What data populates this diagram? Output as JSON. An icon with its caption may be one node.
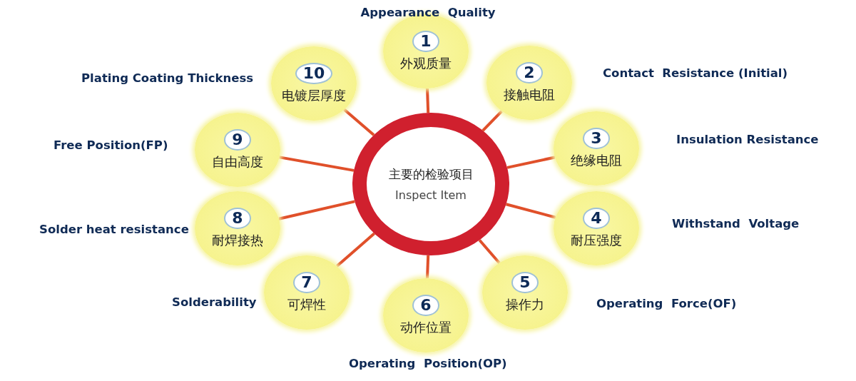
{
  "diagram": {
    "nodes": [
      {
        "text": [
          "主要的检验项目",
          "Inspect Item"
        ]
      },
      {
        "text": [
          "1",
          "外观质量"
        ],
        "beside": [
          "Appearance  Quality"
        ]
      },
      {
        "text": [
          "2",
          "接触电阻"
        ],
        "beside": [
          "Contact  Resistance (Initial)"
        ]
      },
      {
        "text": [
          "3",
          "绝缘电阻"
        ],
        "beside": [
          "Insulation Resistance"
        ]
      },
      {
        "text": [
          "4",
          "耐压强度"
        ],
        "beside": [
          "Withstand  Voltage"
        ]
      },
      {
        "text": [
          "5",
          "操作力"
        ],
        "beside": [
          "Operating  Force(OF)"
        ]
      },
      {
        "text": [
          "6",
          "动作位置"
        ],
        "beside": [
          "Operating  Position(OP)"
        ]
      },
      {
        "text": [
          "7",
          "可焊性"
        ],
        "beside": [
          "Solderability"
        ]
      },
      {
        "text": [
          "8",
          "耐焊接热"
        ],
        "beside": [
          "Solder heat resistance"
        ]
      },
      {
        "text": [
          "9",
          "自由高度"
        ],
        "beside": [
          "Free Position(FP)"
        ]
      },
      {
        "text": [
          "10",
          "电镀层厚度"
        ],
        "beside": [
          "Plating Coating Thickness"
        ]
      }
    ],
    "edges": [
      {
        "from": 0,
        "to": 1,
        "arrow": "none"
      },
      {
        "from": 0,
        "to": 2,
        "arrow": "none"
      },
      {
        "from": 0,
        "to": 3,
        "arrow": "none"
      },
      {
        "from": 0,
        "to": 4,
        "arrow": "none"
      },
      {
        "from": 0,
        "to": 5,
        "arrow": "none"
      },
      {
        "from": 0,
        "to": 6,
        "arrow": "none"
      },
      {
        "from": 0,
        "to": 7,
        "arrow": "none"
      },
      {
        "from": 0,
        "to": 8,
        "arrow": "none"
      },
      {
        "from": 0,
        "to": 9,
        "arrow": "none"
      },
      {
        "from": 0,
        "to": 10,
        "arrow": "none"
      }
    ]
  }
}
